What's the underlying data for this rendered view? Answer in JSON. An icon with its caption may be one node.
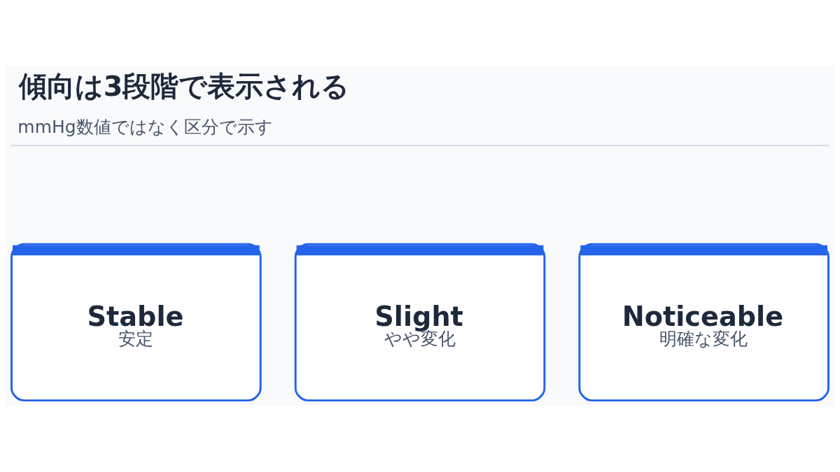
{
  "diagram": {
    "title": "傾向は3段階で表示される",
    "nodes": [
      {
        "text": [
          "Stable",
          "安定"
        ]
      },
      {
        "text": [
          "Slight",
          "やや変化"
        ]
      },
      {
        "text": [
          "Noticeable",
          "明確な変化"
        ]
      }
    ],
    "labels": [
      "mmHg数値ではなく区分で示す"
    ]
  }
}
